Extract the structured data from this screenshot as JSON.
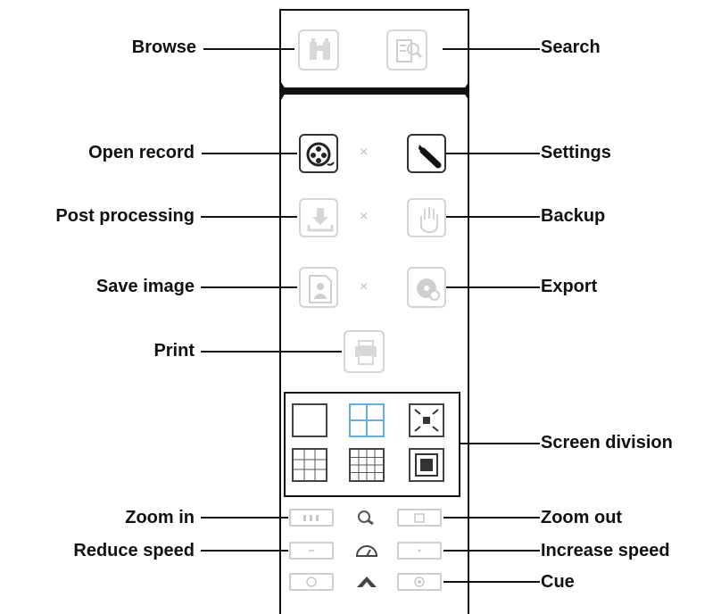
{
  "labels": {
    "browse": "Browse",
    "search": "Search",
    "open_record": "Open record",
    "settings": "Settings",
    "post_processing": "Post processing",
    "backup": "Backup",
    "save_image": "Save image",
    "export": "Export",
    "print": "Print",
    "screen_division": "Screen division",
    "zoom_in": "Zoom in",
    "zoom_out": "Zoom out",
    "reduce_speed": "Reduce speed",
    "increase_speed": "Increase speed",
    "cue": "Cue"
  },
  "separator": "×",
  "icons": {
    "browse": "binoculars-icon",
    "search": "document-search-icon",
    "open_record": "film-reel-icon",
    "settings": "wrench-icon",
    "post_processing": "download-tray-icon",
    "backup": "hand-icon",
    "save_image": "save-image-icon",
    "export": "disc-export-icon",
    "print": "printer-icon",
    "zoom": "zoom-magnifier-icon",
    "speed": "speedometer-icon",
    "cue": "cue-arrow-icon"
  },
  "colors": {
    "line": "#111111",
    "faded": "#d4d4d4",
    "accent_blue": "#5fb0e8"
  }
}
